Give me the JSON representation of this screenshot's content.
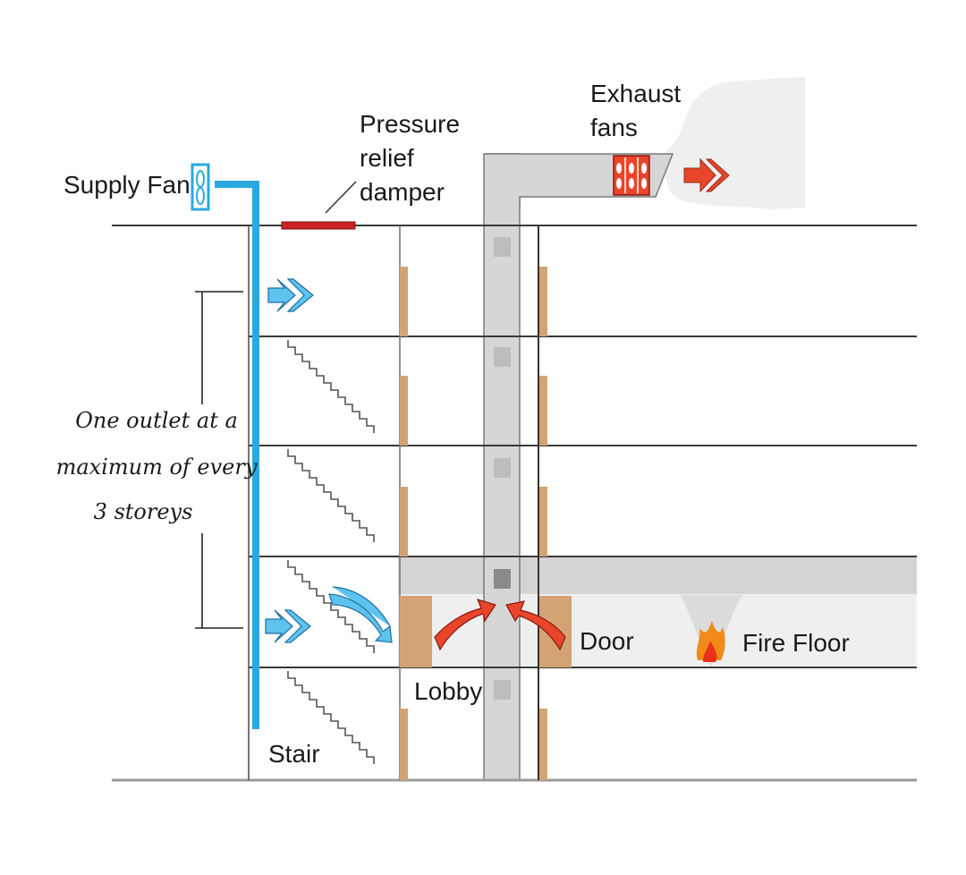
{
  "labels": {
    "supply_fan": "Supply Fan",
    "pressure_relief_damper": [
      "Pressure",
      "relief",
      "damper"
    ],
    "exhaust_fans": [
      "Exhaust",
      "fans"
    ],
    "outlet_note": [
      "One outlet at a",
      "maximum of every",
      "3 storeys"
    ],
    "lobby": "Lobby",
    "stair": "Stair",
    "door": "Door",
    "fire_floor": "Fire Floor"
  },
  "colors": {
    "supply_air": "#2aa8e0",
    "exhaust_air": "#e8452a",
    "door": "#d4a374",
    "shaft": "#d6d6d6",
    "damper": "#cc2222"
  }
}
